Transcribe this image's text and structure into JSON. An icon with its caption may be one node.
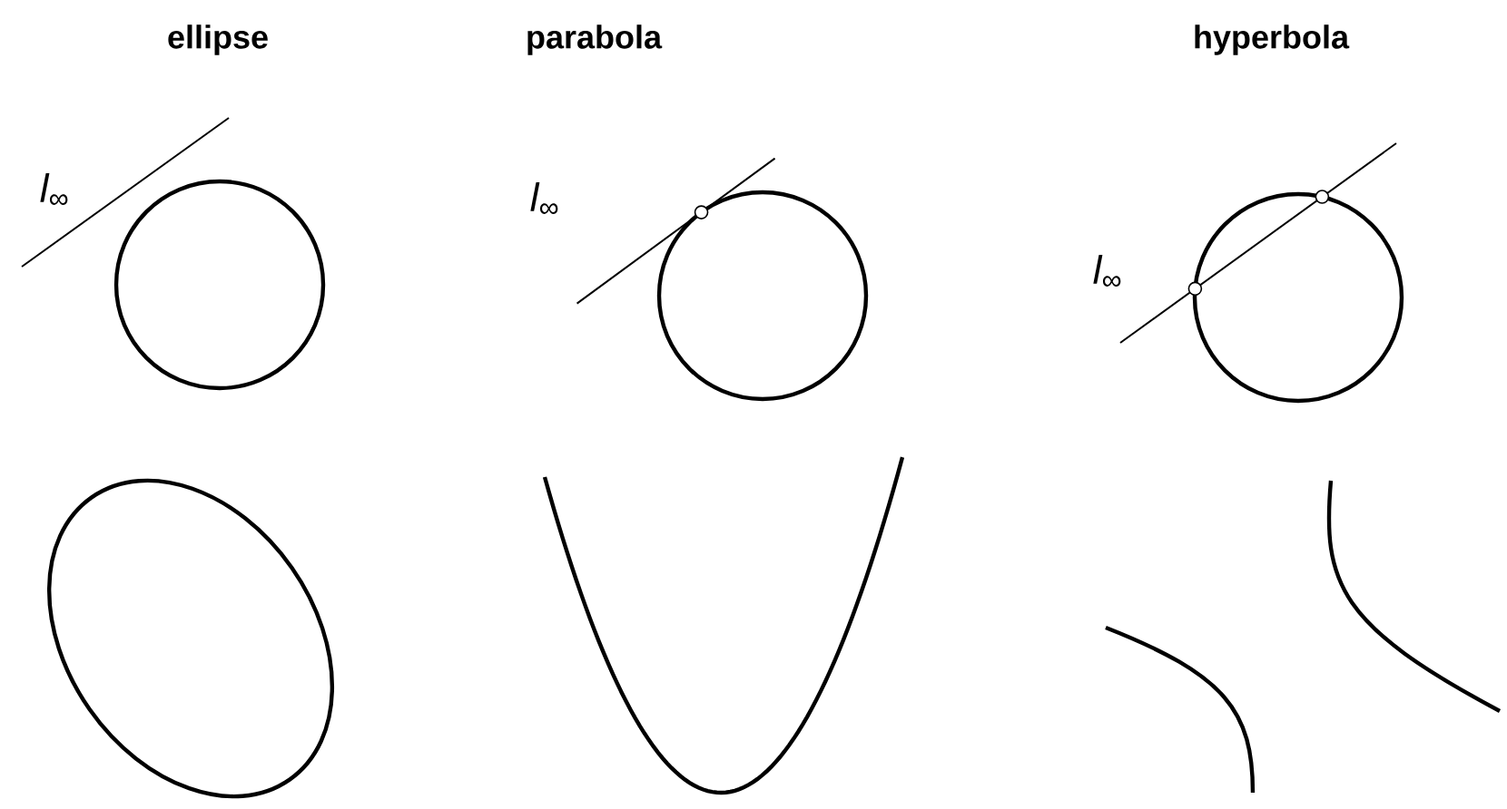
{
  "diagram": {
    "labels": [
      "ellipse",
      "parabola",
      "hyperbola",
      "l$_{∞}$",
      "l$_{∞}$",
      "l$_{∞}$"
    ]
  }
}
